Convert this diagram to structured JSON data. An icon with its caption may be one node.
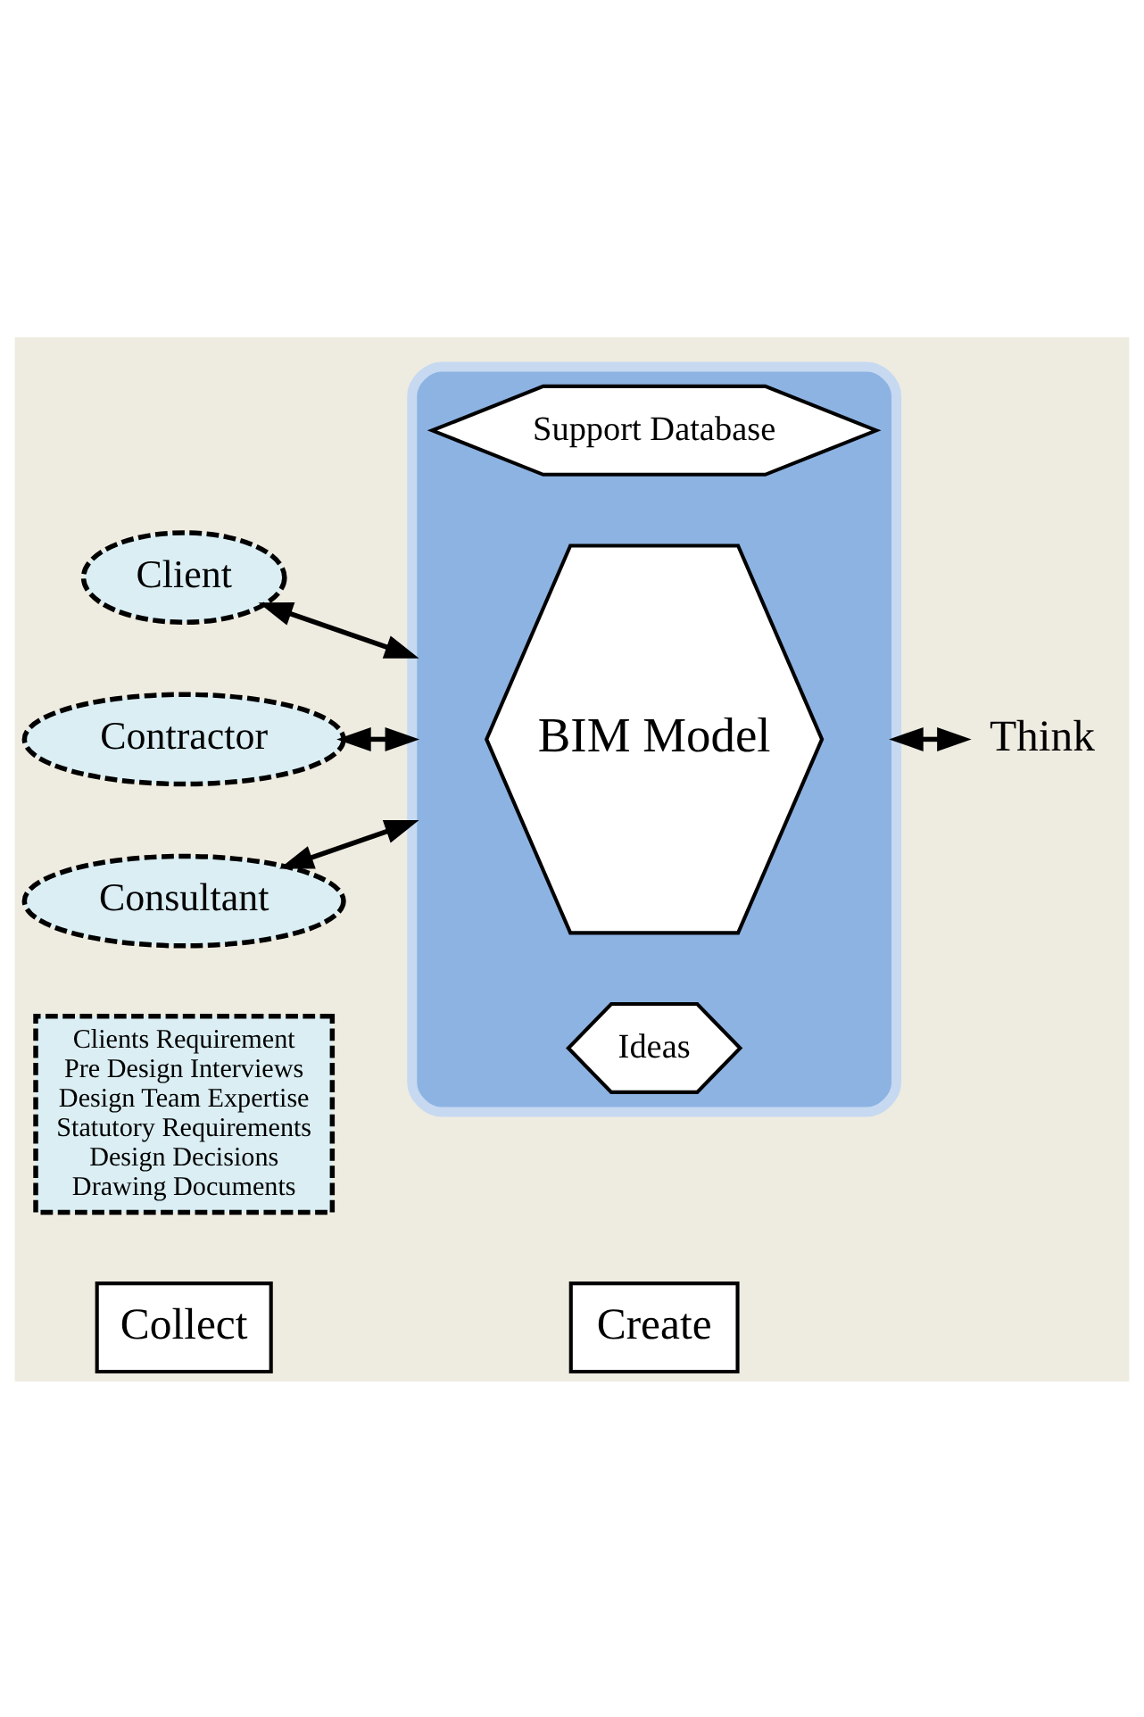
{
  "diagram": {
    "nodes": [
      {
        "text": [
          "Collect"
        ]
      },
      {
        "text": [
          "Create"
        ]
      },
      {
        "text": [
          "Clients Requirement",
          "Pre Design Interviews",
          "Design Team Expertise",
          "Statutory Requirements",
          "Design Decisions",
          "Drawing Documents"
        ]
      },
      {
        "text": [],
        "shape": "ellipse"
      },
      {
        "text": [
          "Support Database"
        ],
        "in": 3
      },
      {
        "text": [
          "BIM Model"
        ],
        "in": 3
      },
      {
        "text": [
          "Ideas"
        ],
        "in": 3
      },
      {
        "text": [
          "Client"
        ]
      },
      {
        "text": [
          "Contractor"
        ]
      },
      {
        "text": [
          "Consultant"
        ]
      },
      {
        "text": [
          "Think"
        ]
      }
    ],
    "edges": [
      {
        "from": 7,
        "to": 3,
        "arrow": "both"
      },
      {
        "from": 8,
        "to": 3,
        "arrow": "both"
      },
      {
        "from": 9,
        "to": 3,
        "arrow": "both"
      },
      {
        "from": 3,
        "to": 10,
        "arrow": "both"
      }
    ]
  }
}
